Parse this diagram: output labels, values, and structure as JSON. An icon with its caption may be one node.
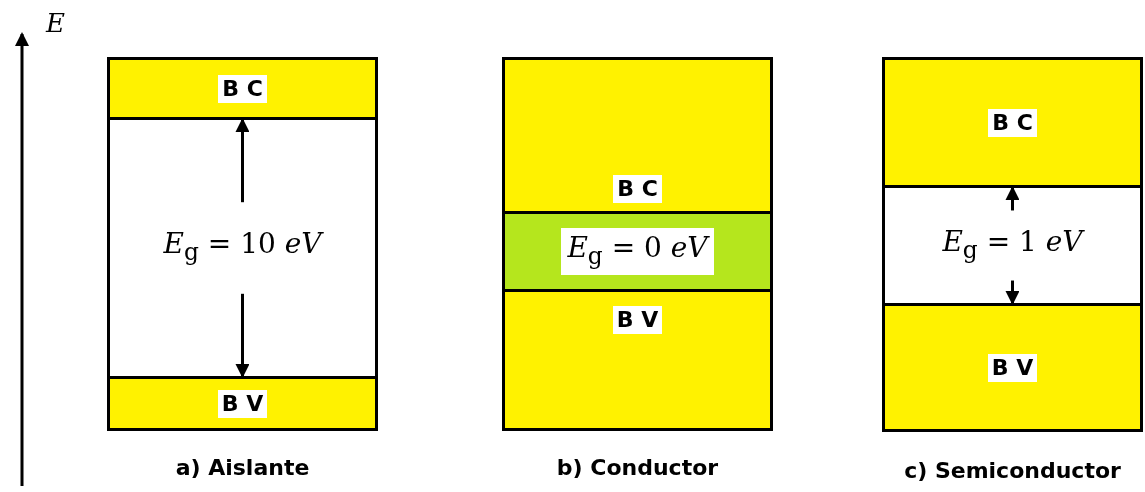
{
  "diagram": {
    "nodes": [
      {
        "text": [
          "a) Aislante"
        ]
      },
      {
        "text": [
          "B C"
        ],
        "in": 0
      },
      {
        "text": [
          "*E*$_{g}$ = 10 *eV*"
        ],
        "in": 0
      },
      {
        "text": [
          "B V"
        ],
        "in": 0
      },
      {
        "text": [
          "b) Conductor"
        ]
      },
      {
        "text": [
          "B C"
        ],
        "in": 4
      },
      {
        "text": [
          "*E*$_{g}$ = 0 *eV*"
        ],
        "in": 4
      },
      {
        "text": [
          "B V"
        ],
        "in": 4
      },
      {
        "text": [
          "c) Semiconductor"
        ]
      },
      {
        "text": [
          "B C"
        ],
        "in": 8
      },
      {
        "text": [
          "*E*$_{g}$ = 1 *eV*"
        ],
        "in": 8
      },
      {
        "text": [
          "B V"
        ],
        "in": 8
      }
    ],
    "edges": [
      {
        "from": 2,
        "to": 1,
        "arrow": "to"
      },
      {
        "from": 2,
        "to": 3,
        "arrow": "to"
      },
      {
        "from": 10,
        "to": 9,
        "arrow": "to"
      },
      {
        "from": 10,
        "to": 11,
        "arrow": "to"
      }
    ],
    "labels": [
      "E"
    ]
  }
}
